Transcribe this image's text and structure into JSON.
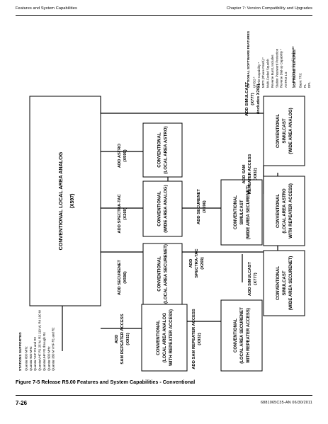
{
  "header": {
    "left": "Features and System Capabilities",
    "right": "Chapter 7: Version Compatibility and Upgrades"
  },
  "stations": {
    "title": "STATIONS SUPPORTED",
    "items": [
      "Quantar 800 MHz",
      "Quantar 900 MHz",
      "Quantar VHF R1 and R2",
      "QuantarVHF R1 25 W, R2 110 W, R4 100 W",
      "QuantarUHF R1 through R4",
      "Quantar 900 MHz",
      "Quantar 380 M VHF R1 and R2"
    ]
  },
  "software_features": {
    "title": "SOFTWARE FEATURES",
    "items": [
      "Basic TRC",
      "PL",
      "DPL",
      "Battery Revert *",
      "Alarm Tones",
      "E & M Keying",
      "1 2 TRC Channels",
      "5 Nonsynth Mod Ext. Reference"
    ]
  },
  "optional_features": {
    "title": "OPTIONAL SOFTWARE FEATURES",
    "items": [
      "UHSO *",
      "8 Wire Capability *",
      "MRTI (Phone Patch) *",
      "Multi-Coded Squelch",
      "Reverse Burst, Includes",
      "Station Password Protection",
      "Reverse Dial-up Capability *",
      "ASTRO 1.5"
    ],
    "footnote": "* = requires optional hardware"
  },
  "boxes": {
    "main": {
      "line1": "CONVENTIONAL LOCAL AREA ANALOG",
      "code": "(X597)"
    },
    "rptr_analog": [
      "CONVENTIONAL",
      "(LOCAL AREA ANALOG",
      "WITH REPEATER ACCESS)"
    ],
    "local_securenet": [
      "CONVENTIONAL",
      "(LOCAL AREA SECURENET)"
    ],
    "local_securenet_rptr": [
      "CONVENTIONAL",
      "(LOCAL AREA SECURENET",
      "WITH REPEATER ACCESS)"
    ],
    "wide_analog_mid": [
      "CONVENTIONAL",
      "(WIDE AREA ANALOG)"
    ],
    "wide_securenet": [
      "CONVENTIONAL",
      "SIMULCAST",
      "(WIDE AREA SECURENET)"
    ],
    "local_astro": [
      "CONVENTIONAL",
      "(LOCAL AREA ASTRO)"
    ],
    "sim_securenet": [
      "CONVENTIONAL",
      "SIMULCAST",
      "(WIDE AREA SECURENET)"
    ],
    "sim_analog": [
      "CONVENTIONAL",
      "SIMULCAST",
      "(WIDE AREA ANALOG)"
    ],
    "wide_astro_rptr": [
      "CONVENTIONAL",
      "(LOCAL AREA ASTRO",
      "WITH REPEATER ACCESS)"
    ]
  },
  "arrow_labels": {
    "sam1": [
      "ADD",
      "SAM REPEATER ACCESS",
      "(X932)"
    ],
    "securenet1": [
      "ADD SECURENET",
      "(X596)"
    ],
    "sam2": [
      "ADD SAM REPEATER ACCESS",
      "(X932)"
    ],
    "spectra1": [
      "ADD SPECTRA-TAC",
      "(X269)"
    ],
    "spectra2": [
      "ADD",
      "SPECTRA-TAC",
      "(X269)"
    ],
    "securenet2": [
      "ADD SECURENET",
      "(X596)"
    ],
    "astro": [
      "ADD ASTRO",
      "(X599)"
    ],
    "simulcast1": [
      "ADD SIMULCAST",
      "(X777)"
    ],
    "simulcast2": [
      "ADD SIMULCAST",
      "(X777)",
      "(includes X269)"
    ],
    "sam3": [
      "ADD SAM",
      "REPEATER ACCESS",
      "(X932)"
    ]
  },
  "caption": "Figure 7-5   Release R5.00 Features and System Capabilities - Conventional",
  "footer": {
    "page": "7-26",
    "doc_id": "6881065C35-AN     06/30/2011"
  }
}
